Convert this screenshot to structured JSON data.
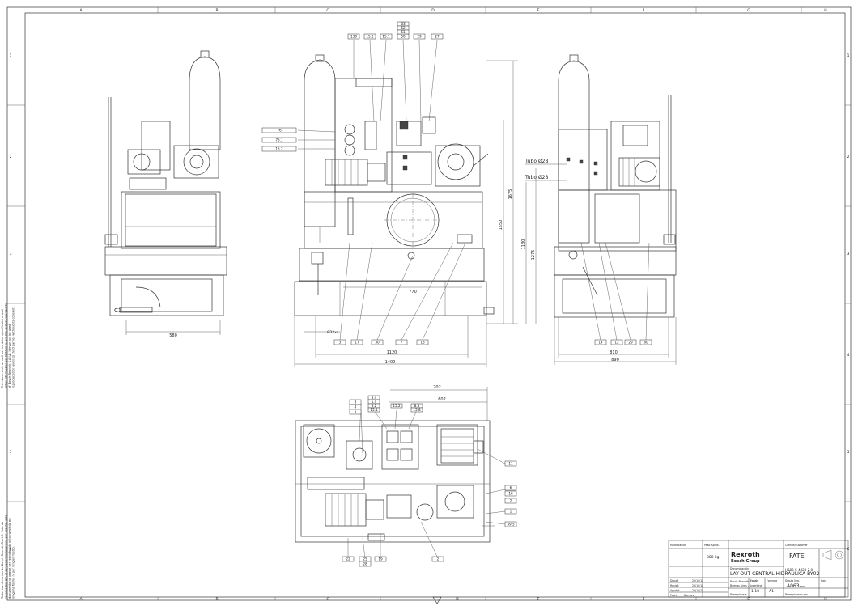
{
  "border": {
    "top_cols": [
      "A",
      "B",
      "C",
      "D",
      "E",
      "F",
      "G",
      "H"
    ],
    "bottom_cols": [
      "A",
      "B",
      "C",
      "D",
      "E",
      "F",
      "G",
      "H"
    ],
    "left_rows": [
      "1",
      "2",
      "3",
      "4",
      "5",
      "6"
    ],
    "right_rows": [
      "1",
      "2",
      "3",
      "4",
      "5",
      "6"
    ]
  },
  "side_note": {
    "line1": "This document, as well as the data, specifications and",
    "line2": "other information set forth in it, are the exclusive property",
    "line3": "of Bosch Rexroth S.A.I.C. It may not be used",
    "line4": "reproduced or given to third parties without its consent.",
    "line5": "Todos los derechos de Bosch Rexroth S.A.I.C. Estarán",
    "line6": "reservados. Sin el consentimiento previo por escrito, este",
    "line7": "documento no puede ser reproducido ni transmitido en",
    "line8": "ninguna forma ni por ningún medio."
  },
  "left_view": {
    "dim_width": "580",
    "label_c1": "C1"
  },
  "front_view": {
    "balloons_top": [
      "130",
      "15.2",
      "15.1",
      "50",
      "29",
      "27"
    ],
    "balloons_top_stack": [
      "63",
      "62",
      "61"
    ],
    "balloons_left": [
      "76",
      "75.1",
      "15.2"
    ],
    "balloons_bottom": [
      "3",
      "17",
      "30",
      "7",
      "18"
    ],
    "dim_770": "770",
    "dim_1120": "1120",
    "dim_1400": "1400",
    "dim_1550": "1550",
    "dim_1675": "1675",
    "dim_hole": "Ø32x4"
  },
  "right_view": {
    "tube_label_1": "Tubo Ø28",
    "tube_label_2": "Tubo Ø28",
    "dim_1180": "1180",
    "dim_1275": "1275",
    "dim_810": "810",
    "dim_890": "890",
    "balloons_bottom": [
      "14",
      "12",
      "29",
      "60"
    ]
  },
  "top_view": {
    "dim_702": "702",
    "dim_602": "602",
    "balloons_top_left": [
      "8",
      "4",
      "5"
    ],
    "balloons_top_mid": [
      "8.4",
      "5.4",
      "8.2",
      "15.1",
      "15.2",
      "8.3",
      "15.8"
    ],
    "balloons_right": [
      "11",
      "6",
      "16",
      "2",
      "1",
      "39.5"
    ],
    "balloons_bottom": [
      "22",
      "25",
      "28",
      "19",
      "2"
    ]
  },
  "title_block": {
    "brand_line1": "Rexroth",
    "brand_line2": "Bosch Group",
    "client_logo": "FATE",
    "main_title": "LAY-OUT CENTRAL HIDRÁULICA BY02",
    "drawing_number": "A063---",
    "project_ref": "H583-S-4820-2.0",
    "weight": "800 kg",
    "scale": "1:10",
    "sheet_size": "A1",
    "company": "Bosch Rexroth S.A.I.C.",
    "city": "Buenos Aires - Argentina",
    "drawn_date": "25/10/18",
    "checked_date": "25/10/18",
    "approved_date": "25/10/18",
    "labels": {
      "modif": "Modificación",
      "date": "Fecha",
      "name": "Nombre",
      "weight_label": "Peso Aprox.",
      "client": "Cliente/Customer",
      "drawn": "Dibujó",
      "checked": "Revisó",
      "approved": "Aprobó",
      "scale_label": "Escala",
      "format": "Formato",
      "drawing_no": "Dibujo Nro.",
      "sheet": "Hoja",
      "replaces": "Reemplaza a",
      "replaced_by": "Reemplazado por",
      "title_label": "Denominación"
    }
  }
}
